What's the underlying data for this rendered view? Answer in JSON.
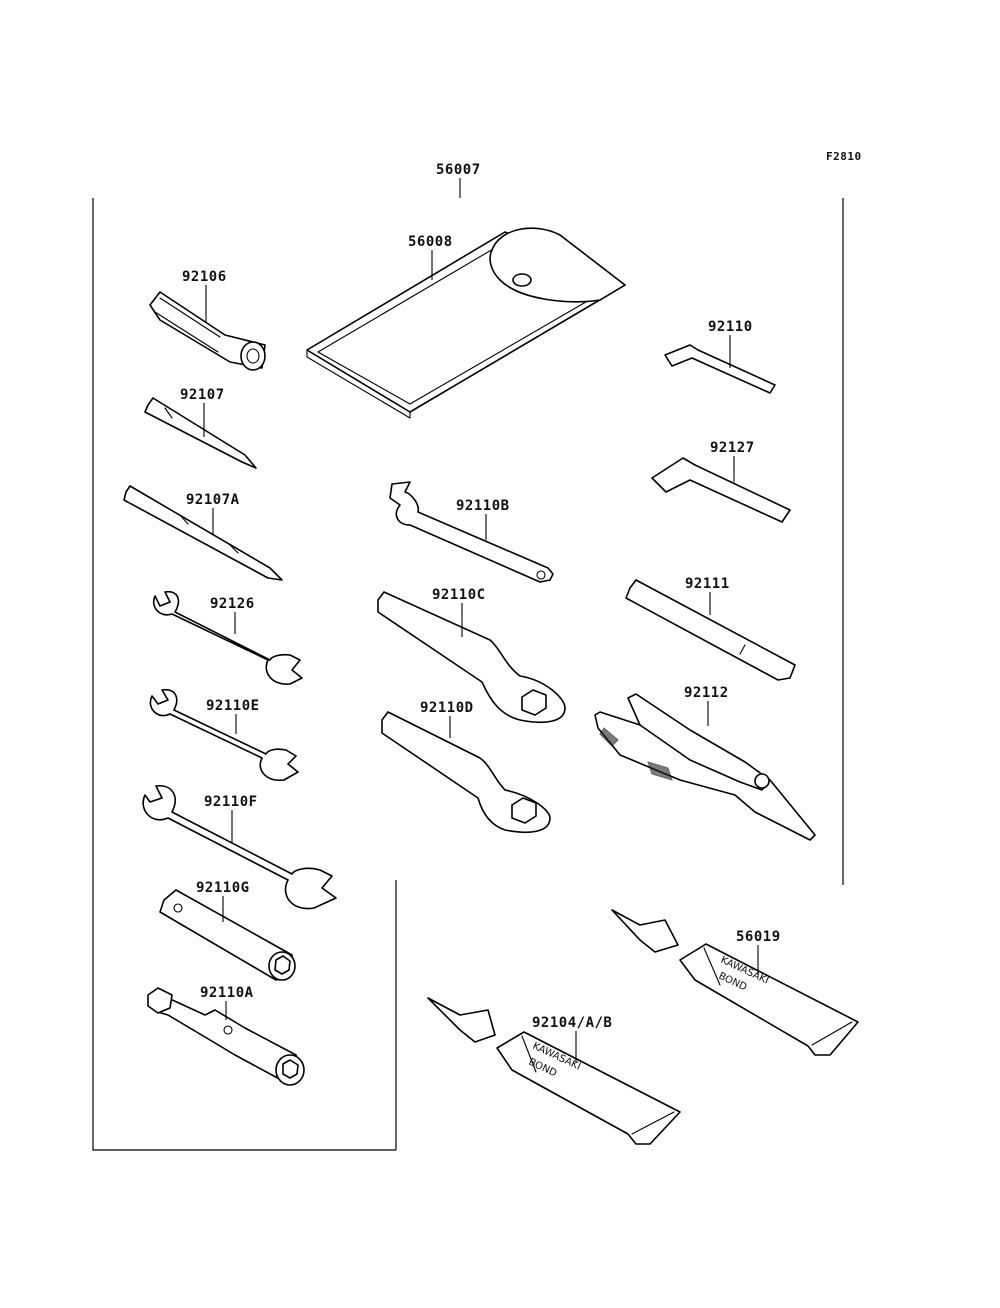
{
  "figure_code": "F2810",
  "labels": {
    "kit": "56007",
    "pouch": "56008",
    "socket_92106": "92106",
    "driver_92107": "92107",
    "driver_92107A": "92107A",
    "wrench_92126": "92126",
    "wrench_92110E": "92110E",
    "wrench_92110F": "92110F",
    "socket_92110G": "92110G",
    "socket_92110A": "92110A",
    "hexkey_92110": "92110",
    "hexkey_92127": "92127",
    "hook_92110B": "92110B",
    "ring_92110C": "92110C",
    "ring_92110D": "92110D",
    "handle_92111": "92111",
    "pliers_92112": "92112",
    "bond_56019": "56019",
    "bond_92104": "92104/A/B"
  },
  "tube_text": {
    "brand": "KAWASAKI",
    "product": "BOND"
  }
}
